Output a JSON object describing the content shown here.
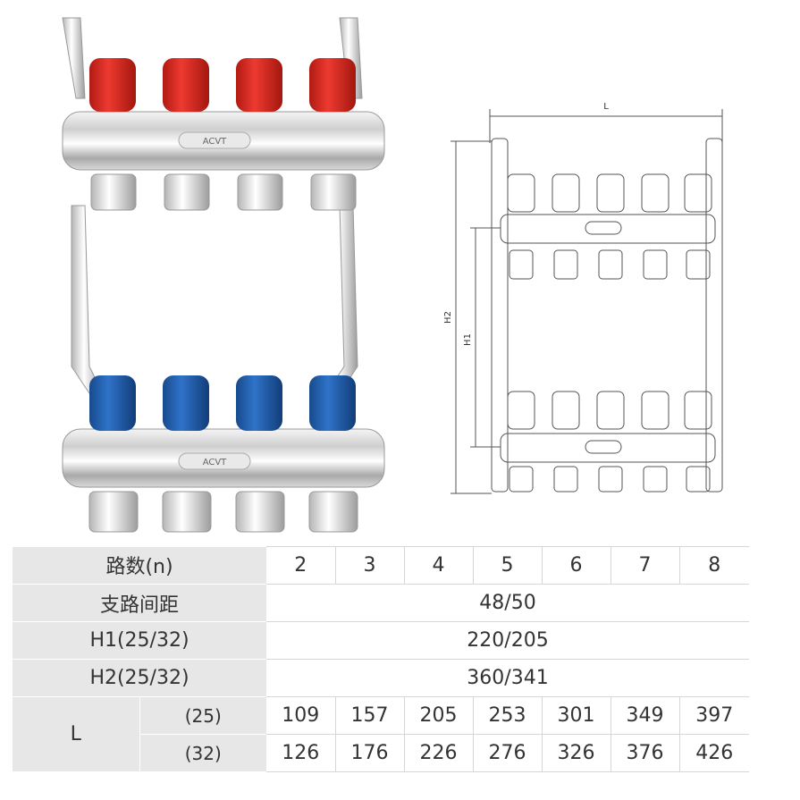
{
  "photo": {
    "brand_label": "ACVT",
    "cap_color_supply": "#d8261e",
    "cap_color_return": "#1f5fb0"
  },
  "drawing": {
    "dim_L": "L",
    "dim_H1": "H1",
    "dim_H2": "H2"
  },
  "table": {
    "row_headers": [
      "路数(n)",
      "支路间距",
      "H1(25/32)",
      "H2(25/32)"
    ],
    "ports": [
      "2",
      "3",
      "4",
      "5",
      "6",
      "7",
      "8"
    ],
    "spacing": "48/50",
    "h1": "220/205",
    "h2": "360/341",
    "l_label": "L",
    "l_sub_25": "(25)",
    "l_sub_32": "(32)",
    "l_25": [
      "109",
      "157",
      "205",
      "253",
      "301",
      "349",
      "397"
    ],
    "l_32": [
      "126",
      "176",
      "226",
      "276",
      "326",
      "376",
      "426"
    ]
  }
}
